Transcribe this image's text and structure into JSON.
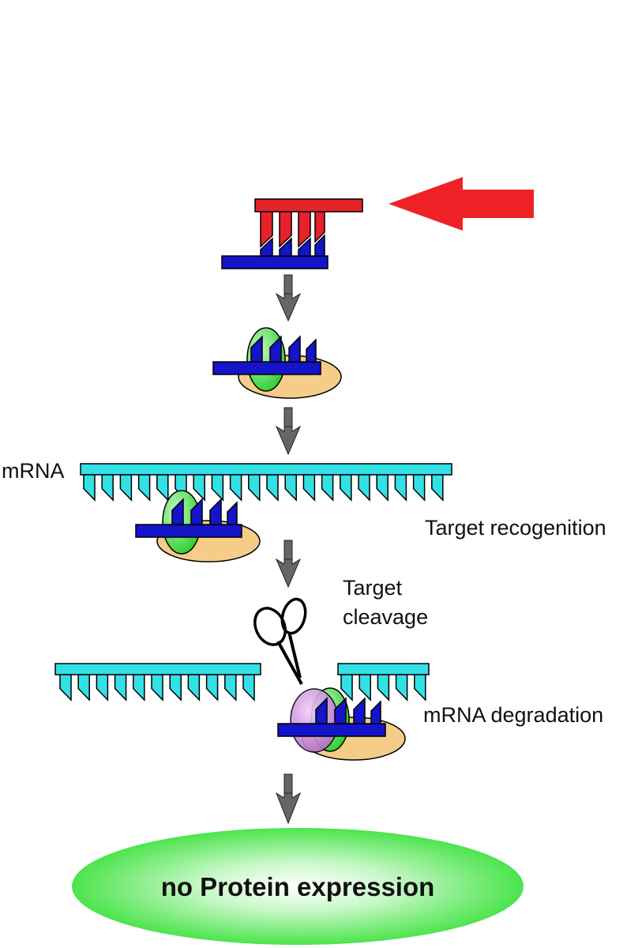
{
  "labels": {
    "mrna": "mRNA",
    "target_recognition": "Target recogenition",
    "target_cleavage_line1": "Target",
    "target_cleavage_line2": "cleavage",
    "mrna_degradation": "mRNA degradation",
    "result": "no Protein expression"
  },
  "colors": {
    "sense_strand": "#e8222a",
    "antisense_strand": "#1414c8",
    "mrna": "#33e0e6",
    "risc_green": "#22cc22",
    "risc_tan": "#f5cc88",
    "nuclease_purple": "#b86ad0",
    "step_arrow": "#666666",
    "pointer_arrow": "#ee2226",
    "result_ellipse": "#22dd22"
  },
  "icons": [
    "scissors-icon",
    "step-arrow-icon",
    "pointer-arrow-icon"
  ]
}
